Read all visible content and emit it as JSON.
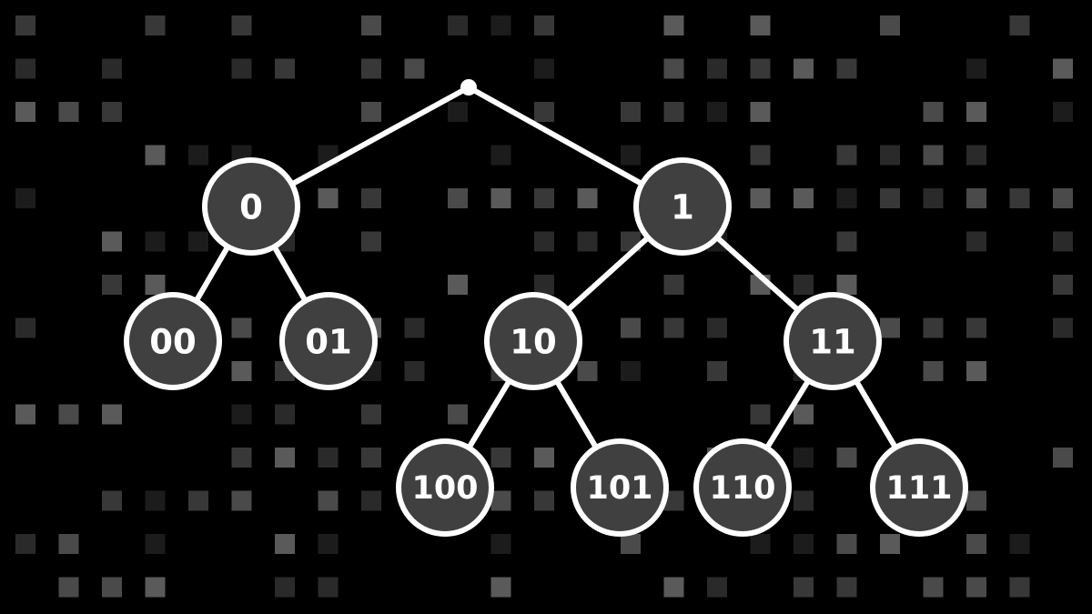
{
  "colors": {
    "background": "#000000",
    "node_fill": "#404040",
    "stroke": "#ffffff",
    "label": "#ffffff",
    "tile_shades": [
      "#1c1c1c",
      "#2a2a2a",
      "#383838",
      "#4a4a4a",
      "#5a5a5a"
    ]
  },
  "tree": {
    "root": {
      "id": "root",
      "label": ""
    },
    "nodes": [
      {
        "id": "n0",
        "label": "0",
        "parent": "root"
      },
      {
        "id": "n1",
        "label": "1",
        "parent": "root"
      },
      {
        "id": "n00",
        "label": "00",
        "parent": "n0"
      },
      {
        "id": "n01",
        "label": "01",
        "parent": "n0"
      },
      {
        "id": "n10",
        "label": "10",
        "parent": "n1"
      },
      {
        "id": "n11",
        "label": "11",
        "parent": "n1"
      },
      {
        "id": "n100",
        "label": "100",
        "parent": "n10"
      },
      {
        "id": "n101",
        "label": "101",
        "parent": "n10"
      },
      {
        "id": "n110",
        "label": "110",
        "parent": "n11"
      },
      {
        "id": "n111",
        "label": "111",
        "parent": "n11"
      }
    ]
  }
}
